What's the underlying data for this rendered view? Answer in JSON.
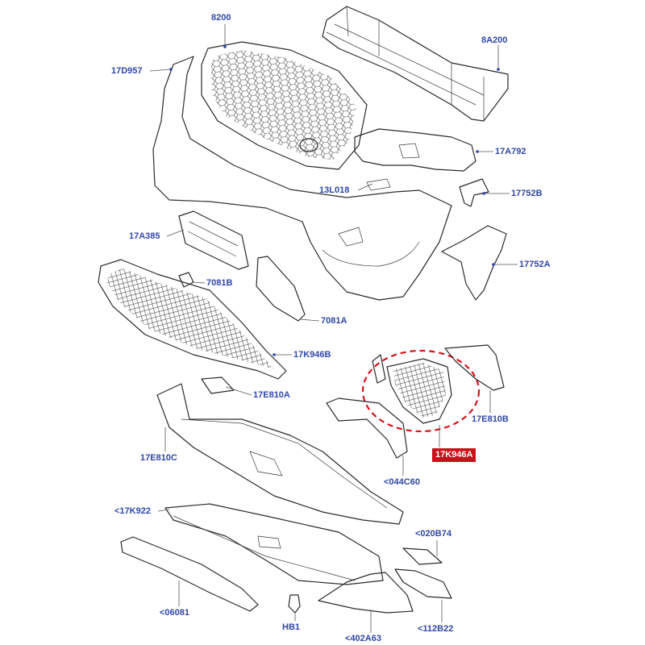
{
  "diagram": {
    "labels": [
      {
        "id": "l-8200",
        "text": "8200"
      },
      {
        "id": "l-8a200",
        "text": "8A200"
      },
      {
        "id": "l-17d957",
        "text": "17D957"
      },
      {
        "id": "l-17a792",
        "text": "17A792"
      },
      {
        "id": "l-13l018",
        "text": "13L018"
      },
      {
        "id": "l-17752b",
        "text": "17752B"
      },
      {
        "id": "l-17a385",
        "text": "17A385"
      },
      {
        "id": "l-17752a",
        "text": "17752A"
      },
      {
        "id": "l-7081b",
        "text": "7081B"
      },
      {
        "id": "l-7081a",
        "text": "7081A"
      },
      {
        "id": "l-17k946b",
        "text": "17K946B"
      },
      {
        "id": "l-17e810a",
        "text": "17E810A"
      },
      {
        "id": "l-17e810b",
        "text": "17E810B"
      },
      {
        "id": "l-17k946a",
        "text": "17K946A"
      },
      {
        "id": "l-17e810c",
        "text": "17E810C"
      },
      {
        "id": "l-044c60",
        "text": "<044C60"
      },
      {
        "id": "l-17k922",
        "text": "<17K922"
      },
      {
        "id": "l-020b74",
        "text": "<020B74"
      },
      {
        "id": "l-06081",
        "text": "<06081"
      },
      {
        "id": "l-hb1",
        "text": "HB1"
      },
      {
        "id": "l-402a63",
        "text": "<402A63"
      },
      {
        "id": "l-112b22",
        "text": "<112B22"
      }
    ],
    "highlight_color": "#c8111b",
    "label_color": "#2f46a8"
  }
}
